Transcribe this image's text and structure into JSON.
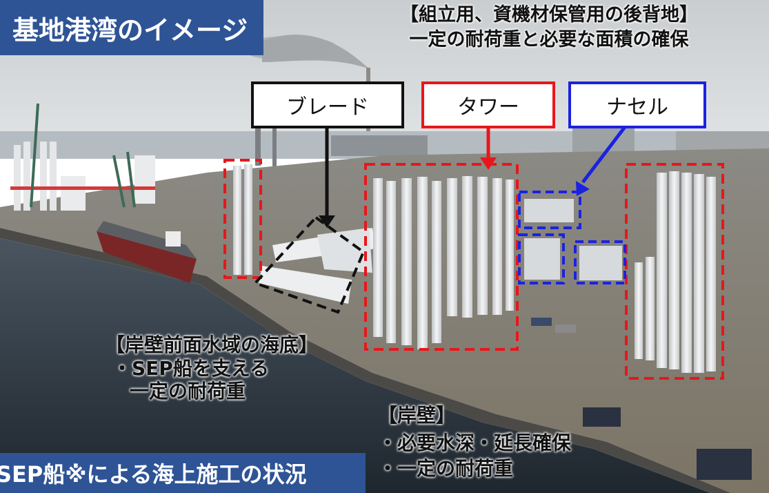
{
  "title": "基地港湾のイメージ",
  "backland": {
    "line1": "【組立用、資機材保管用の後背地】",
    "line2": "一定の耐荷重と必要な面積の確保"
  },
  "tags": {
    "blade": "ブレード",
    "tower": "タワー",
    "nacelle": "ナセル"
  },
  "seabed": {
    "line1": "【岸壁前面水域の海底】",
    "line2": "・SEP船を支える",
    "line3": "一定の耐荷重"
  },
  "quay": {
    "line1": "【岸壁】",
    "line2": "・必要水深・延長確保",
    "line3": "・一定の耐荷重"
  },
  "bottom_title": "SEP船※による海上施工の状況",
  "colors": {
    "title_bg": "#2e5496",
    "tower_red": "#e8161b",
    "nacelle_blue": "#1b22e0",
    "blade_black": "#111111"
  }
}
